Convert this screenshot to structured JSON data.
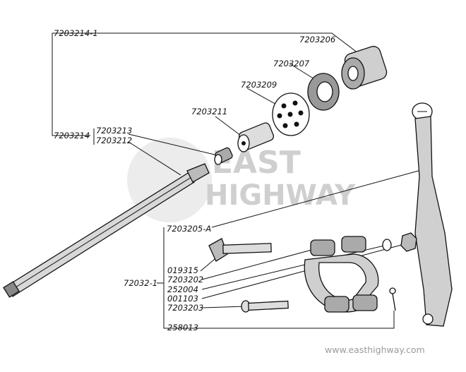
{
  "labels": {
    "assy_top": "7203214-1",
    "sleeve": "7203206",
    "washer": "7203207",
    "plate": "7203209",
    "pin": "7203211",
    "assy": "7203214",
    "part_13": "7203213",
    "part_12": "7203212",
    "lever": "7203205-A",
    "clamp_assy": "72032-1",
    "bolt": "019315",
    "clamp": "7203202",
    "lock_washer": "252004",
    "nut": "001103",
    "clamp_pin": "7203203",
    "cotter": "258013"
  },
  "watermark": {
    "line1": "EAST",
    "line2": "HIGHWAY",
    "url": "www.easthighway.com"
  },
  "colors": {
    "ink": "#111111",
    "watermark": "#cfcfcf",
    "url": "#9a9a9a"
  }
}
